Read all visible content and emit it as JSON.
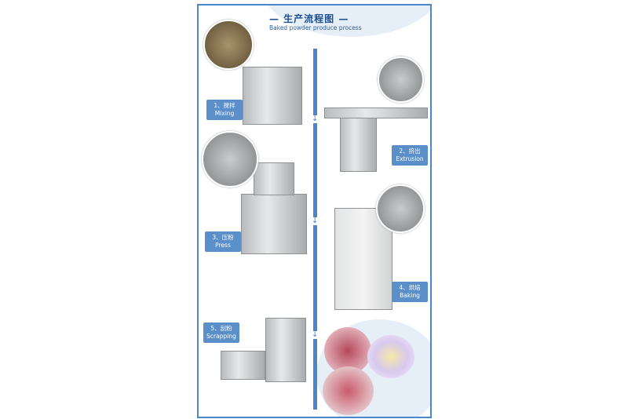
{
  "header": {
    "title": "— 生产流程图 —",
    "subtitle": "Baked powder produce process"
  },
  "steps": [
    {
      "cn": "1、搅拌",
      "en": "Mixing"
    },
    {
      "cn": "2、挤出",
      "en": "Extrusion"
    },
    {
      "cn": "3、压粉",
      "en": "Press"
    },
    {
      "cn": "4、烘焙",
      "en": "Baking"
    },
    {
      "cn": "5、刮粉",
      "en": "Scrapping"
    }
  ],
  "colors": {
    "accent": "#4a86c8",
    "label": "#5b8fc9"
  }
}
